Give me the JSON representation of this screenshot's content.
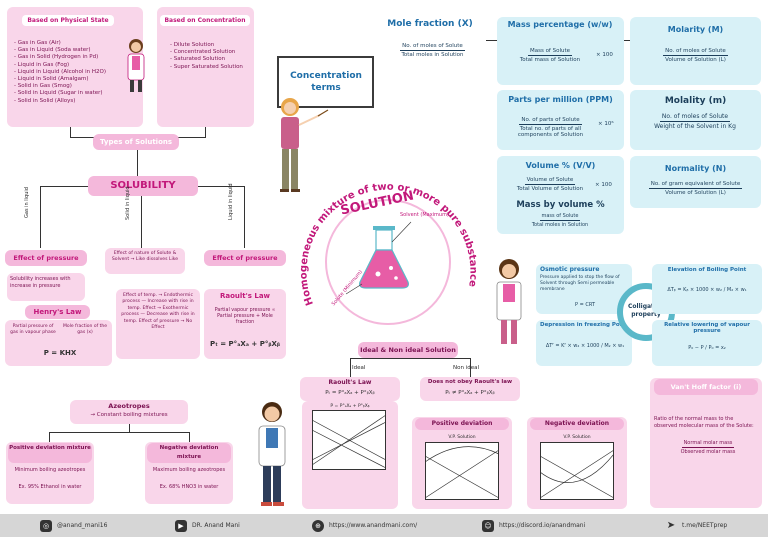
{
  "physical_state": {
    "title": "Based on Physical State",
    "items": [
      "Gas in Gas (Air)",
      "Gas in Liquid (Soda water)",
      "Gas in Solid (Hydrogen in Pd)",
      "Liquid in Gas (Fog)",
      "Liquid in Liquid (Alcohol in H2O)",
      "Liquid in Solid (Amalgam)",
      "Solid in Gas (Smog)",
      "Solid in Liquid (Sugar in water)",
      "Solid in Solid (Alloys)"
    ]
  },
  "concentration": {
    "title": "Based on Concentration",
    "items": [
      "Dilute Solution",
      "Concentrated Solution",
      "Saturated Solution",
      "Super Saturated Solution"
    ]
  },
  "types_label": "Types of Solutions",
  "concentration_terms": "Concentration terms",
  "mole_fraction": {
    "title": "Mole fraction (X)",
    "num": "No. of moles of Solute",
    "den": "Total moles in Solution"
  },
  "mass_percentage": {
    "title": "Mass percentage (w/w)",
    "num": "Mass of Solute",
    "den": "Total mass of Solution",
    "mult": "× 100"
  },
  "molarity": {
    "title": "Molarity (M)",
    "num": "No. of moles of Solute",
    "den": "Volume of Solution (L)"
  },
  "ppm": {
    "title": "Parts per million (PPM)",
    "num": "No. of parts of Solute",
    "den": "Total no. of parts of all components of Solution",
    "mult": "× 10⁶"
  },
  "molality": {
    "title": "Molality (m)",
    "num": "No. of moles of Solute",
    "den": "Weight of the Solvent in Kg"
  },
  "volume_pct": {
    "title": "Volume % (V/V)",
    "num": "Volume of Solute",
    "den": "Total Volume of Solution",
    "mult": "× 100"
  },
  "mass_by_volume": {
    "title": "Mass by volume %",
    "num": "mass of Solute",
    "den": "Total moles in Solution"
  },
  "normality": {
    "title": "Normality (N)",
    "num": "No. of gram equivalent of Solute",
    "den": "Volume of Solution (L)"
  },
  "solubility": {
    "title": "SOLUBILITY",
    "branches": [
      "Gas in liquid",
      "Solid in liquid",
      "Liquid in liquid"
    ],
    "effect_pressure_1": "Effect of pressure",
    "solubility_increases": "Solubility increases with increase in pressure",
    "henry_title": "Henry's Law",
    "henry_left": "Partial pressure of gas in vapour phase",
    "henry_right": "Mole fraction of the gas (x)",
    "henry_eq": "P = KHX",
    "effect_nature": "Effect of nature of Solute & Solvent → Like dissolves Like",
    "effect_temp": "Effect of temp. → Endothermic process — Increase with rise in temp. Effect → Exothermic process — Decrease with rise in temp. Effect of pressure → No Effect",
    "effect_pressure_2": "Effect of pressure",
    "raoult_title": "Raoult's Law",
    "raoult_desc": "Partial vapour pressure ∝ Partial pressure + Mole fraction",
    "raoult_eq": "Pₜ = P°ₐXₐ + P°ᵦXᵦ"
  },
  "solution": {
    "arc_text": "Homogeneous mixture of two or more pure substance",
    "title": "SOLUTION",
    "solvent": "Solvent (Maximum)",
    "solute": "Solute (Minimum)"
  },
  "ideal": {
    "title": "Ideal & Non ideal Solution",
    "ideal_label": "Ideal",
    "non_ideal_label": "Non ideal",
    "ideal_box_title": "Raoult's Law",
    "ideal_box_eq": "Pₜ = P°ₐXₐ + P°ᵦXᵦ",
    "non_ideal_box_title": "Does not obey Raoult's law",
    "non_ideal_box_eq": "Pₜ ≠ P°ₐXₐ + P°ᵦXᵦ",
    "graph_eq": "P = P°ₐXₐ + P°ᵦXᵦ",
    "positive": "Positive deviation",
    "negative": "Negative deviation",
    "vp_solution": "V.P. Solution"
  },
  "azeotropes": {
    "title": "Azeotropes",
    "subtitle": "→ Constant boiling mixtures",
    "positive_title": "Positive deviation mixture",
    "positive_body": "Minimum boiling azeotropes",
    "positive_ex": "Ex. 95% Ethanol in water",
    "negative_title": "Negative deviation mixture",
    "negative_body": "Maximum boiling azeotropes",
    "negative_ex": "Ex. 68% HNO3 in water"
  },
  "colligative": {
    "center": "Colligative property",
    "osmotic_title": "Osmotic pressure",
    "osmotic_body": "Pressure applied to stop the flow of Solvent through Semi permeable membrane",
    "osmotic_eq": "P = CRT",
    "elevation_title": "Elevation of Boiling Point",
    "elevation_eq": "ΔTᵦ = Kᵦ × 1000 × w₂ / M₂ × w₁",
    "depression_title": "Depression in freezing Point",
    "depression_eq": "ΔTᶠ = Kᶠ × w₂ × 1000 / M₂ × w₁",
    "lowering_title": "Relative lowering of vapour pressure",
    "lowering_eq": "P₀ − P / P₀ = x₂"
  },
  "vant_hoff": {
    "title": "Van't Hoff factor (i)",
    "body": "Ratio of the normal mass to the observed molecular mass of the Solute:",
    "num": "Normal molar mass",
    "den": "Observed molar mass"
  },
  "footer": {
    "instagram": "@anand_mani16",
    "youtube": "DR. Anand Mani",
    "website": "https://www.anandmani.com/",
    "discord": "https://discord.io/anandmani",
    "telegram": "t.me/NEETprep"
  },
  "colors": {
    "pink": "#f4b8db",
    "dark_pink": "#c2187a",
    "light_blue": "#d8f1f7",
    "teal": "#5ab8c9"
  }
}
